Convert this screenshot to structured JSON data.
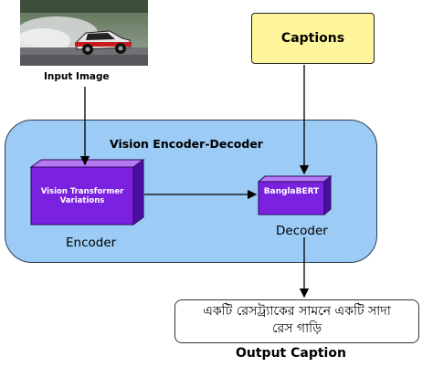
{
  "input": {
    "label": "Input Image"
  },
  "captions": {
    "label": "Captions"
  },
  "panel": {
    "title": "Vision Encoder-Decoder"
  },
  "encoder": {
    "box_text": "Vision Transformer Variations",
    "label": "Encoder"
  },
  "decoder": {
    "box_text": "BanglaBERT",
    "label": "Decoder"
  },
  "output": {
    "caption_line1": "একটি রেসট্র্যাকের সামনে একটি সাদা",
    "caption_line2": "রেস গাড়ি",
    "label": "Output Caption"
  },
  "colors": {
    "panel": "#9ccbf5",
    "captions_box": "#fff59a",
    "cube_front": "#7b22e0",
    "cube_top": "#b57af2",
    "cube_side": "#4d0fa3",
    "arrow": "#000000"
  },
  "icons": {
    "photo": "drift-car-photo"
  }
}
